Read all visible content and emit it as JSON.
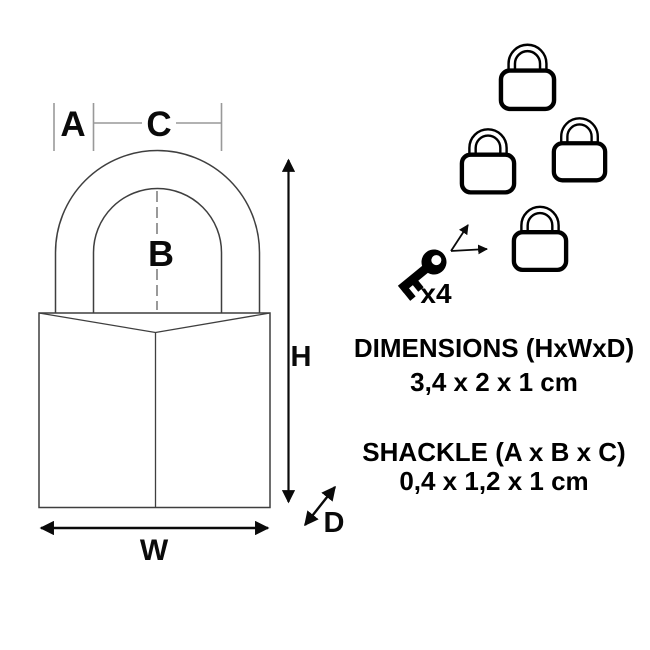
{
  "diagram": {
    "dimension_labels": {
      "shackle_thickness": "A",
      "shackle_inner_height": "B",
      "shackle_inner_width": "C",
      "body_height": "H",
      "body_width": "W",
      "body_depth": "D"
    }
  },
  "key_group": {
    "quantity_label": "x4",
    "padlock_icon_count": 4
  },
  "spec_text": {
    "dimensions_title": "DIMENSIONS (HxWxD)",
    "dimensions_value": "3,4 x 2 x 1 cm",
    "shackle_title": "SHACKLE (A x B x C)",
    "shackle_value": "0,4 x 1,2 x 1 cm"
  },
  "icons": {
    "main_drawing": "padlock-outline-diagram",
    "cluster": "padlock-icon",
    "key": "key-icon"
  },
  "colors": {
    "background": "#ffffff",
    "outline": "#3f3f3f",
    "dimension_line": "#999999",
    "dashed_line": "#6e6e6e",
    "ink": "#0a0a0a"
  }
}
